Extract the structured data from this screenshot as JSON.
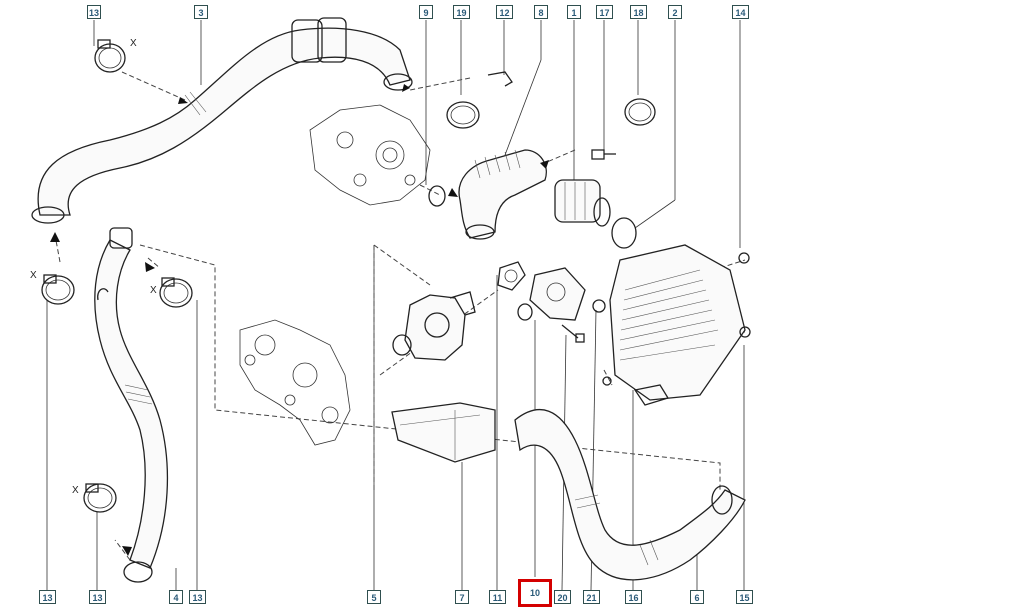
{
  "diagram": {
    "labels": {
      "13a": "13",
      "3": "3",
      "9": "9",
      "19": "19",
      "12": "12",
      "8": "8",
      "1": "1",
      "17": "17",
      "18": "18",
      "2": "2",
      "14": "14",
      "13b": "13",
      "13c": "13",
      "4": "4",
      "13d": "13",
      "5": "5",
      "7": "7",
      "11": "11",
      "10": "10",
      "20": "20",
      "21": "21",
      "16": "16",
      "6": "6",
      "15": "15"
    },
    "x_marks": {
      "a": "X",
      "b": "X",
      "c": "X",
      "d": "X"
    },
    "highlighted_label": "10",
    "highlight_color": "#d40000",
    "line_color": "#222222"
  }
}
